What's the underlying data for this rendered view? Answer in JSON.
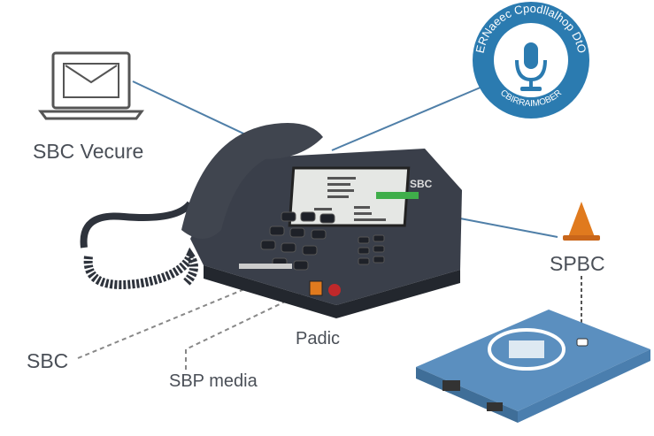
{
  "labels": {
    "laptop": "SBC Vecure",
    "cone": "SPBC",
    "left": "SBC",
    "media": "SBP media",
    "port": "Padic"
  },
  "phone": {
    "brand": "SBC"
  },
  "badge": {
    "top_text": "ERNaeec Cpodllalhop DtO",
    "bottom_text": "CBIRRAIMOBER",
    "icon": "microphone-icon"
  },
  "colors": {
    "line": "#4f7fa8",
    "badge": "#2b7bb0",
    "device": "#5b8fbf",
    "phone": "#3a3f4a",
    "screen_highlight": "#3fae4a",
    "cone": "#e07a1e"
  }
}
